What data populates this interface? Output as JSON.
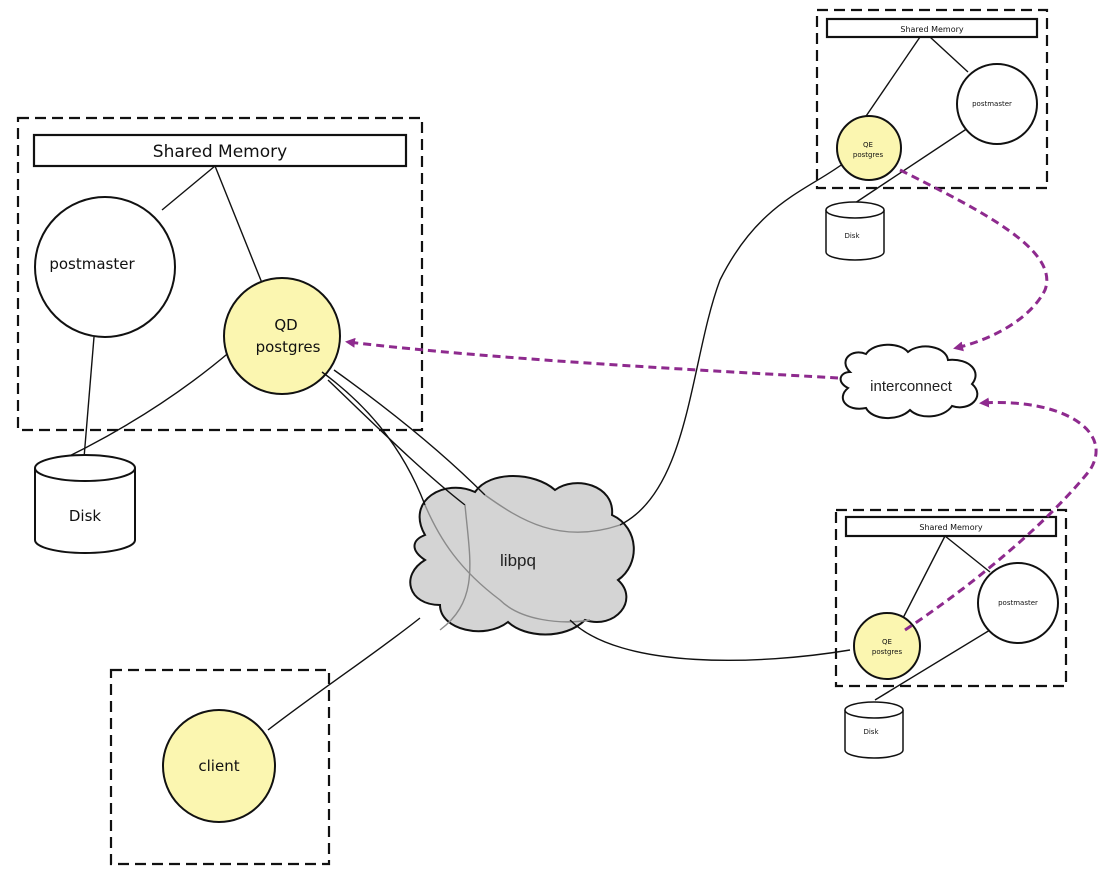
{
  "nodes": {
    "master_shared_memory": "Shared Memory",
    "master_postmaster": "postmaster",
    "qd_line1": "QD",
    "qd_line2": "postgres",
    "master_disk": "Disk",
    "libpq": "libpq",
    "interconnect": "interconnect",
    "client": "client",
    "seg1_shared_memory": "Shared Memory",
    "seg1_postmaster": "postmaster",
    "seg1_qe_line1": "QE",
    "seg1_qe_line2": "postgres",
    "seg1_disk": "Disk",
    "seg2_shared_memory": "Shared Memory",
    "seg2_postmaster": "postmaster",
    "seg2_qe_line1": "QE",
    "seg2_qe_line2": "postgres",
    "seg2_disk": "Disk"
  },
  "colors": {
    "process_fill": "#fbf6b0",
    "plain_fill": "#ffffff",
    "libpq_cloud": "#d4d4d4",
    "interconnect_arrow": "#8e2a8e",
    "stroke": "#111111"
  }
}
